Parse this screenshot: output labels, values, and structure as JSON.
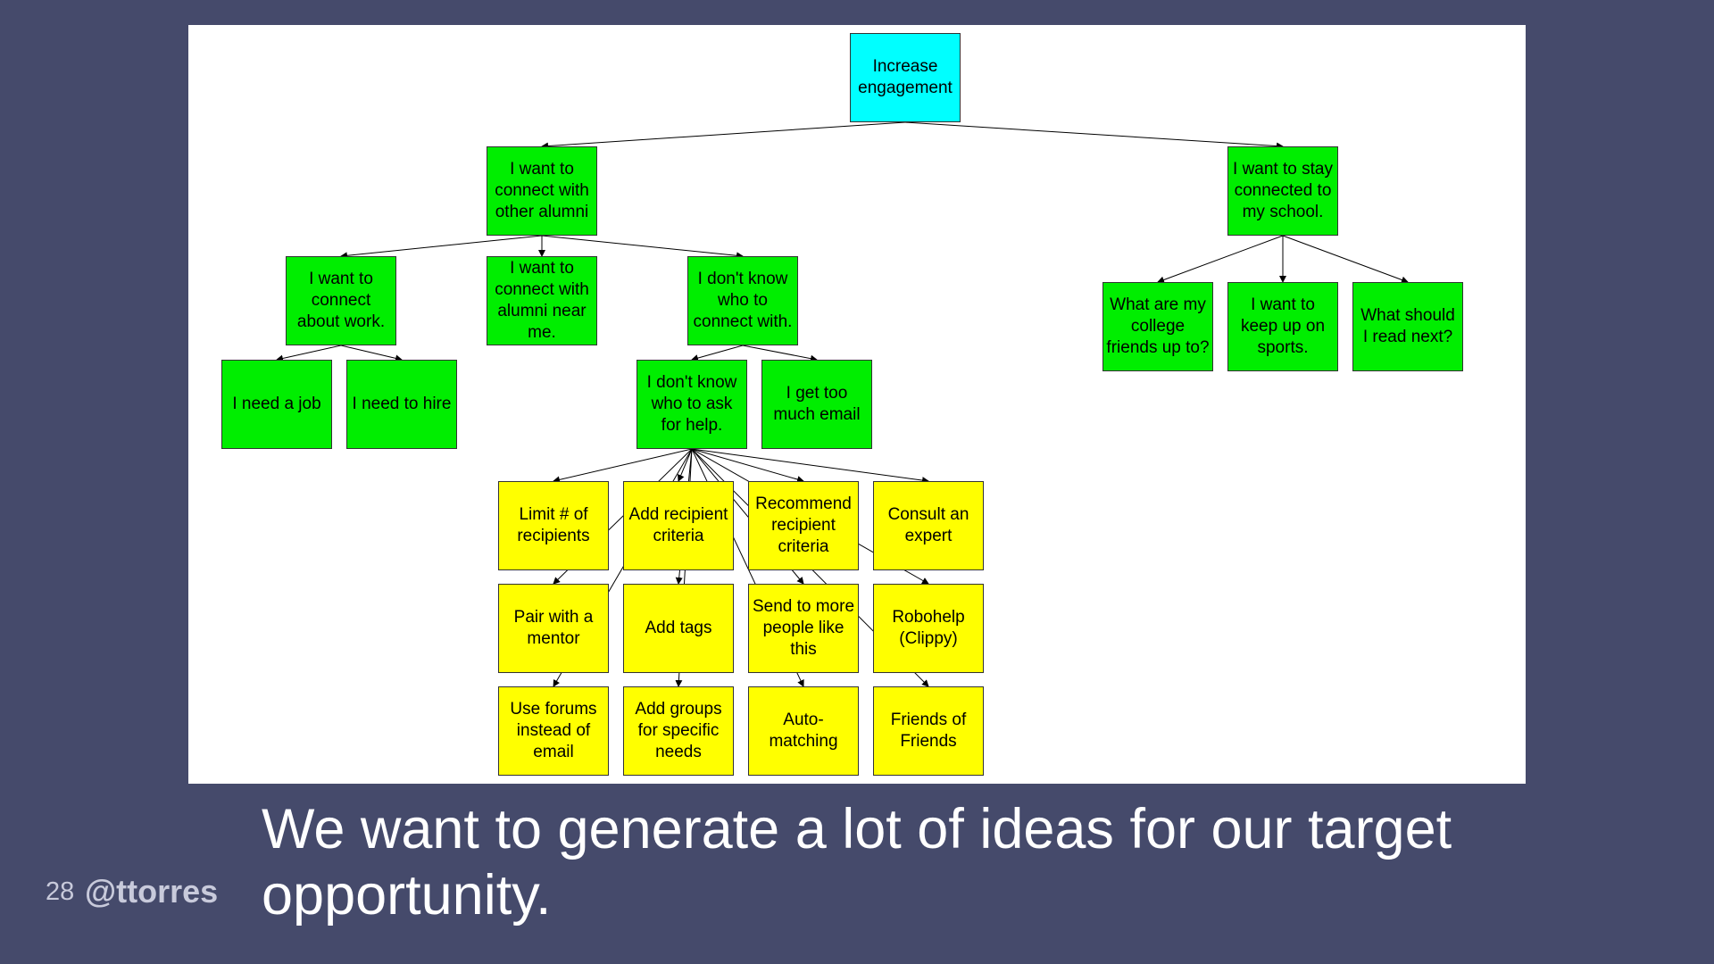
{
  "slide": {
    "caption": "We want to generate a lot of ideas for our target opportunity.",
    "number": "28",
    "handle": "@ttorres"
  },
  "tree": {
    "root": "Increase engagement",
    "alumni": "I want to connect with other alumni",
    "school": "I want to stay connected to my school.",
    "work": "I want to connect about work.",
    "near": "I want to connect with alumni near me.",
    "dontknow": "I don't know who to connect with.",
    "friends": "What are my college friends up to?",
    "sports": "I want to keep up on sports.",
    "read": "What should I read next?",
    "job": "I need a job",
    "hire": "I need to hire",
    "askhelp": "I don't know who to ask for help.",
    "email": "I get too much email",
    "ideas": {
      "limit": "Limit # of recipients",
      "addcrit": "Add recipient criteria",
      "recommend": "Recommend recipient criteria",
      "consult": "Consult an expert",
      "mentor": "Pair with a mentor",
      "tags": "Add tags",
      "sendmore": "Send to more people like this",
      "robohelp": "Robohelp (Clippy)",
      "forums": "Use forums instead of email",
      "groups": "Add groups for specific needs",
      "automatch": "Auto-matching",
      "fof": "Friends of Friends"
    }
  }
}
